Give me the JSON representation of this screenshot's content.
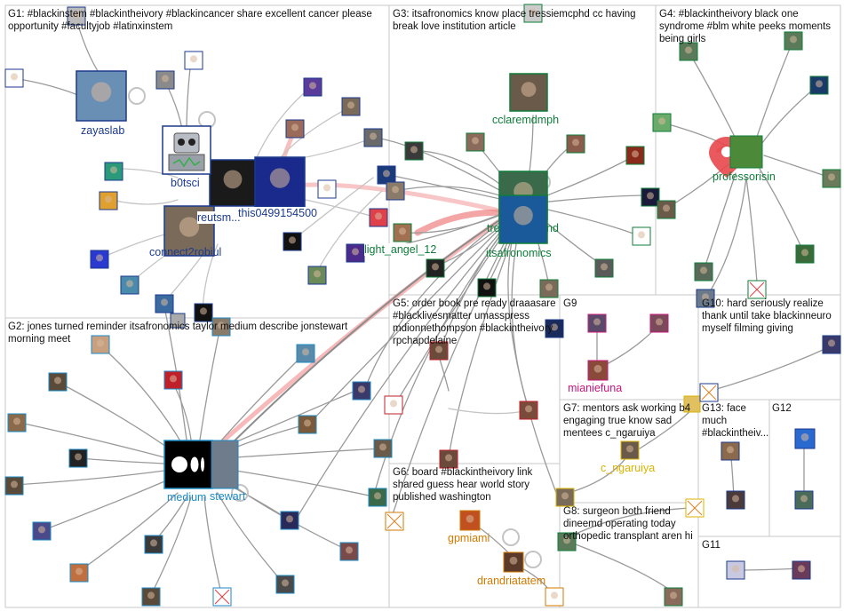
{
  "colors": {
    "edge": "#8c8c8c",
    "edge_light": "#c4c4c4",
    "edge_highlight": "#f08080",
    "panel_border": "#c8c8c8",
    "label_blue": "#1b3a8c",
    "label_green": "#0e7d3a",
    "label_magenta": "#c8157a",
    "label_orange": "#d07a00",
    "label_yellow": "#d9b300",
    "label_cyan": "#1b8ac4",
    "pin_red": "#e8474b"
  },
  "groups": [
    {
      "id": "G1",
      "title": "G1: #blackinstem #blackintheivory #blackincancer share excellent cancer please opportunity #facultyjob #latinxinstem"
    },
    {
      "id": "G2",
      "title": "G2: jones turned reminder itsafronomics taylor medium describe jonstewart morning meet"
    },
    {
      "id": "G3",
      "title": "G3: itsafronomics know place tressiemcphd cc having break love institution article"
    },
    {
      "id": "G4",
      "title": "G4: #blackintheivory black one syndrome #blm white peeks moments being girls"
    },
    {
      "id": "G5",
      "title": "G5: order book pre ready draaasare #blacklivesmatter umasspress mdionnethompson #blackintheivory rpchapdelaine"
    },
    {
      "id": "G6",
      "title": "G6: board #blackintheivory link shared guess hear world story published washington"
    },
    {
      "id": "G7",
      "title": "G7: mentors ask working b4 engaging true know sad mentees c_ngaruiya"
    },
    {
      "id": "G8",
      "title": "G8: surgeon both friend dineemd operating today orthopedic transplant aren hi"
    },
    {
      "id": "G9",
      "title": "G9"
    },
    {
      "id": "G10",
      "title": "G10: hard seriously realize thank until take blackinneuro myself filming giving"
    },
    {
      "id": "G11",
      "title": "G11"
    },
    {
      "id": "G12",
      "title": "G12"
    },
    {
      "id": "G13",
      "title": "G13: face much #blackintheiv..."
    }
  ],
  "node_labels": {
    "zayaslab": "zayaslab",
    "b0tsci": "b0tsci",
    "reutsm": "reutsm...",
    "this0499154500": "this0499154500",
    "connect2robiul": "connect2robiul",
    "light_angel_12": "light_angel_12",
    "medium": "medium",
    "jonstewart": "stewart",
    "cclaremdmph": "cclaremdmph",
    "tressiemcphd": "tre",
    "tressiemcphd_tail": "nd",
    "itsafronomics": "itsafronomics",
    "professorisin": "professorisin",
    "mianiefuna": "mianiefuna",
    "c_ngaruiya": "c_ngaruiya",
    "gpmiami": "gpmiami",
    "drandriatatem": "drandriatatem"
  },
  "icons": {
    "robot": "robot-avatar-icon",
    "medium_logo": "medium-logo-icon",
    "map_pin": "map-pin-icon",
    "broken_image": "broken-image-icon"
  }
}
